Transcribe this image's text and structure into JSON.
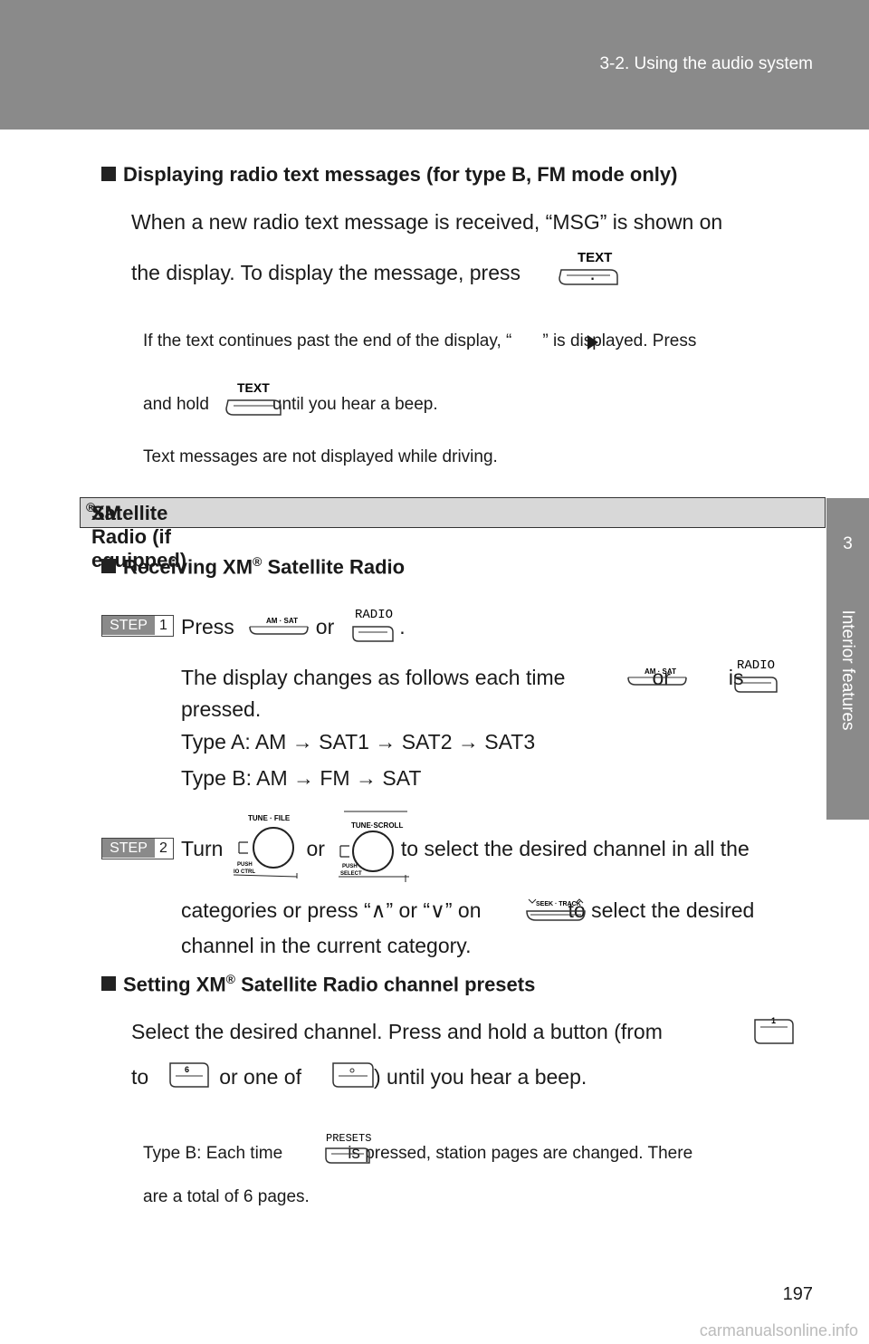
{
  "header": {
    "section": "3-2. Using the audio system"
  },
  "side_tab": {
    "number": "3",
    "label": "Interior features"
  },
  "page_number": "197",
  "watermark": "carmanualsonline.info",
  "radio_text": {
    "heading": "Displaying radio text messages (for type B, FM mode only)",
    "para1_line1": "When a new radio text message is received, “MSG” is shown on",
    "para1_line2_a": "the display. To display the message, press",
    "para1_line2_b": ".",
    "note1_line1_a": "If the text continues past the end of the display, “",
    "note1_line1_b": "” is displayed. Press",
    "note1_line2_a": "and hold",
    "note1_line2_b": "until you hear a beep.",
    "note2": "Text messages are not displayed while driving."
  },
  "section": {
    "title_a": "XM",
    "title_reg": "®",
    "title_b": " Satellite Radio (if equipped)"
  },
  "receiving": {
    "heading_a": "Receiving XM",
    "heading_reg": "®",
    "heading_b": " Satellite Radio",
    "step1_label": "STEP",
    "step1_num": "1",
    "step1_a": "Press",
    "step1_b": "or",
    "step1_c": ".",
    "step1_detail_a": "The display changes as follows each time",
    "step1_detail_b": "or",
    "step1_detail_c": "is",
    "step1_detail_d": "pressed.",
    "typeA": "Type A: AM → SAT1 → SAT2 → SAT3",
    "typeB": "Type B: AM → FM → SAT",
    "step2_label": "STEP",
    "step2_num": "2",
    "step2_a": "Turn",
    "step2_b": "or",
    "step2_c": "to select the desired channel in all the",
    "step2_line2_a": "categories or press “∧” or “∨” on",
    "step2_line2_b": "to select the desired",
    "step2_line3": "channel in the current category."
  },
  "presets": {
    "heading_a": "Setting XM",
    "heading_reg": "®",
    "heading_b": " Satellite Radio channel presets",
    "line1": "Select the desired channel. Press and hold a button (from",
    "line2_a": "to",
    "line2_b": "or one of",
    "line2_c": ") until you hear a beep.",
    "note_a": "Type B: Each time",
    "note_b": "is pressed, station pages are changed. There",
    "note_line2": "are a total of 6 pages."
  },
  "buttons": {
    "text": "TEXT",
    "am_sat": "AM · SAT",
    "radio": "RADIO",
    "tune_file": "TUNE · FILE",
    "push_ctrl": "PUSH",
    "audio_ctrl": "IO CTRL",
    "tune_scroll": "TUNE·SCROLL",
    "push_select": "PUSH",
    "select": "SELECT",
    "seek_track": "SEEK · TRACK",
    "one": "1",
    "six": "6",
    "presets": "PRESETS"
  }
}
